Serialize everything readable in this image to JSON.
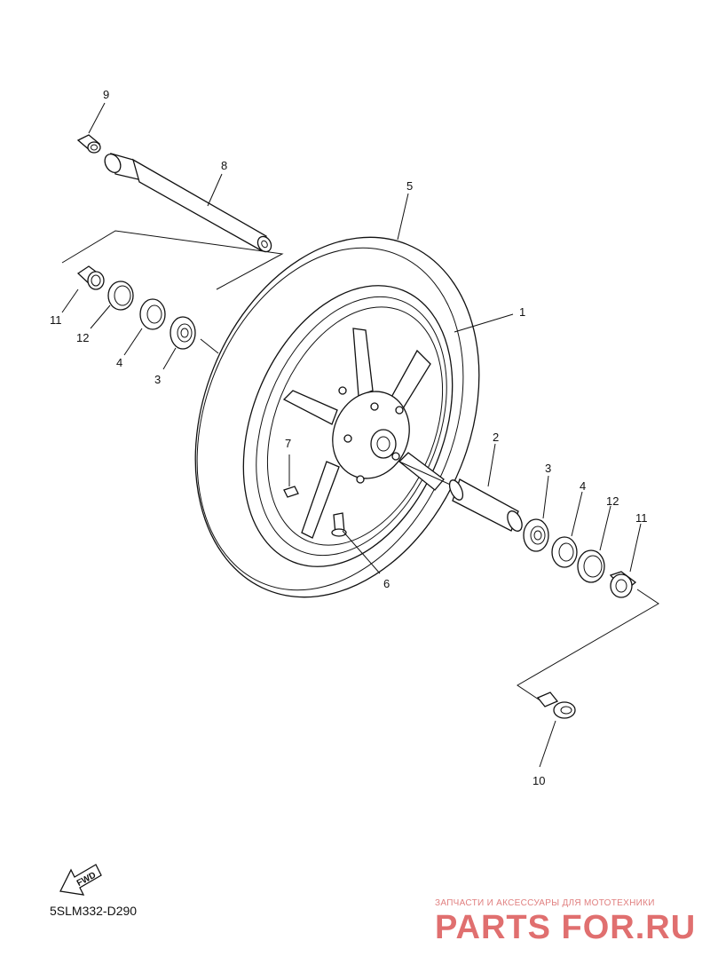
{
  "callouts": {
    "c1": "1",
    "c2": "2",
    "c3a": "3",
    "c3b": "3",
    "c4a": "4",
    "c4b": "4",
    "c5": "5",
    "c6": "6",
    "c7": "7",
    "c8": "8",
    "c9": "9",
    "c10": "10",
    "c11a": "11",
    "c11b": "11",
    "c12a": "12",
    "c12b": "12"
  },
  "fwd_label": "FWD",
  "diagram_code": "5SLM332-D290",
  "watermark": {
    "tagline": "ЗАПЧАСТИ И АКСЕССУАРЫ ДЛЯ МОТОТЕХНИКИ",
    "logo": "PARTS FOR.RU"
  }
}
